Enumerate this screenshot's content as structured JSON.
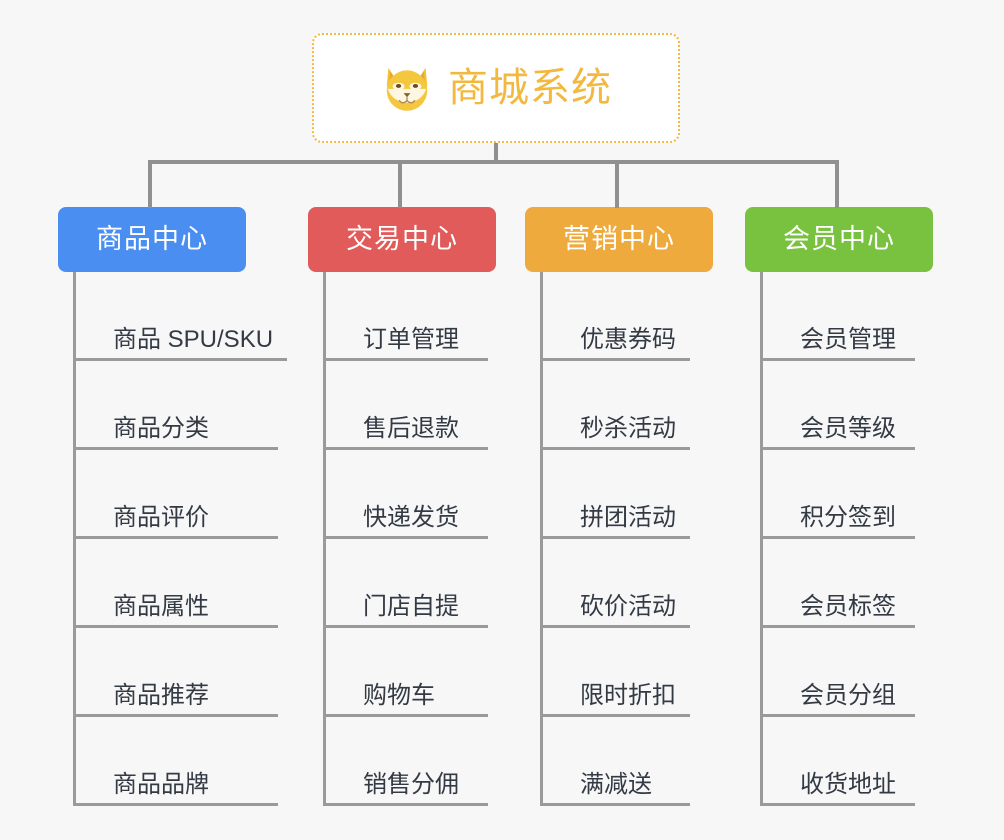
{
  "page": {
    "background_color": "#f7f7f7",
    "title": "商城系统"
  },
  "root": {
    "label": "商城系统",
    "icon": "shiba-dog-face-icon",
    "text_color": "#f3b93f",
    "border_color": "#f3b93f",
    "background_color": "#ffffff"
  },
  "connector": {
    "color": "#909090"
  },
  "columns": [
    {
      "label": "商品中心",
      "color": "#4a8ef2",
      "items": [
        "商品 SPU/SKU",
        "商品分类",
        "商品评价",
        "商品属性",
        "商品推荐",
        "商品品牌"
      ]
    },
    {
      "label": "交易中心",
      "color": "#e05b59",
      "items": [
        "订单管理",
        "售后退款",
        "快递发货",
        "门店自提",
        "购物车",
        "销售分佣"
      ]
    },
    {
      "label": "营销中心",
      "color": "#eeaa3c",
      "items": [
        "优惠券码",
        "秒杀活动",
        "拼团活动",
        "砍价活动",
        "限时折扣",
        "满减送"
      ]
    },
    {
      "label": "会员中心",
      "color": "#79c23f",
      "items": [
        "会员管理",
        "会员等级",
        "积分签到",
        "会员标签",
        "会员分组",
        "收货地址"
      ]
    }
  ]
}
